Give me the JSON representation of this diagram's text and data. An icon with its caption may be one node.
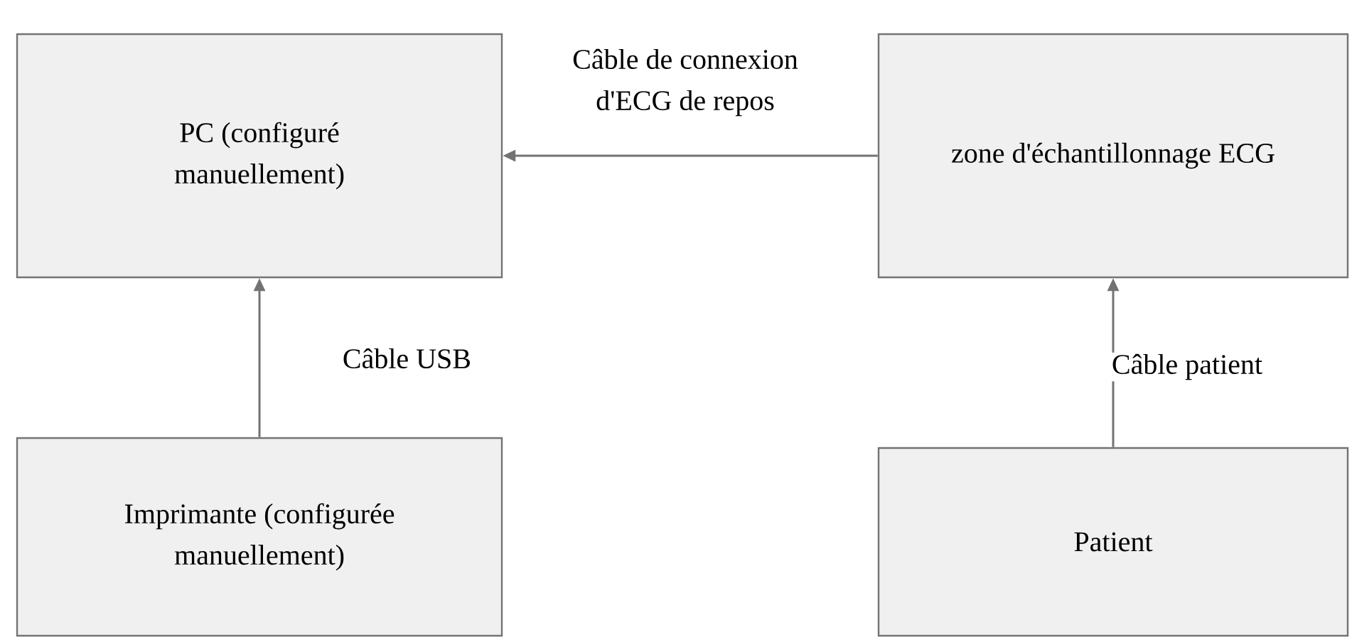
{
  "diagram": {
    "nodes": [
      {
        "text": [
          "PC (configuré manuellement)"
        ]
      },
      {
        "text": [
          "zone d'échantillonnage ECG"
        ]
      },
      {
        "text": [
          "Imprimante (configurée manuellement)"
        ]
      },
      {
        "text": [
          "Patient"
        ]
      }
    ],
    "edges": [
      {
        "from": 2,
        "to": 0,
        "arrow": "to",
        "label": "Câble USB"
      },
      {
        "from": 1,
        "to": 0,
        "arrow": "to",
        "label": "Câble de connexion d'ECG de repos"
      },
      {
        "from": 3,
        "to": 1,
        "arrow": "to",
        "label": "Câble patient"
      }
    ]
  }
}
